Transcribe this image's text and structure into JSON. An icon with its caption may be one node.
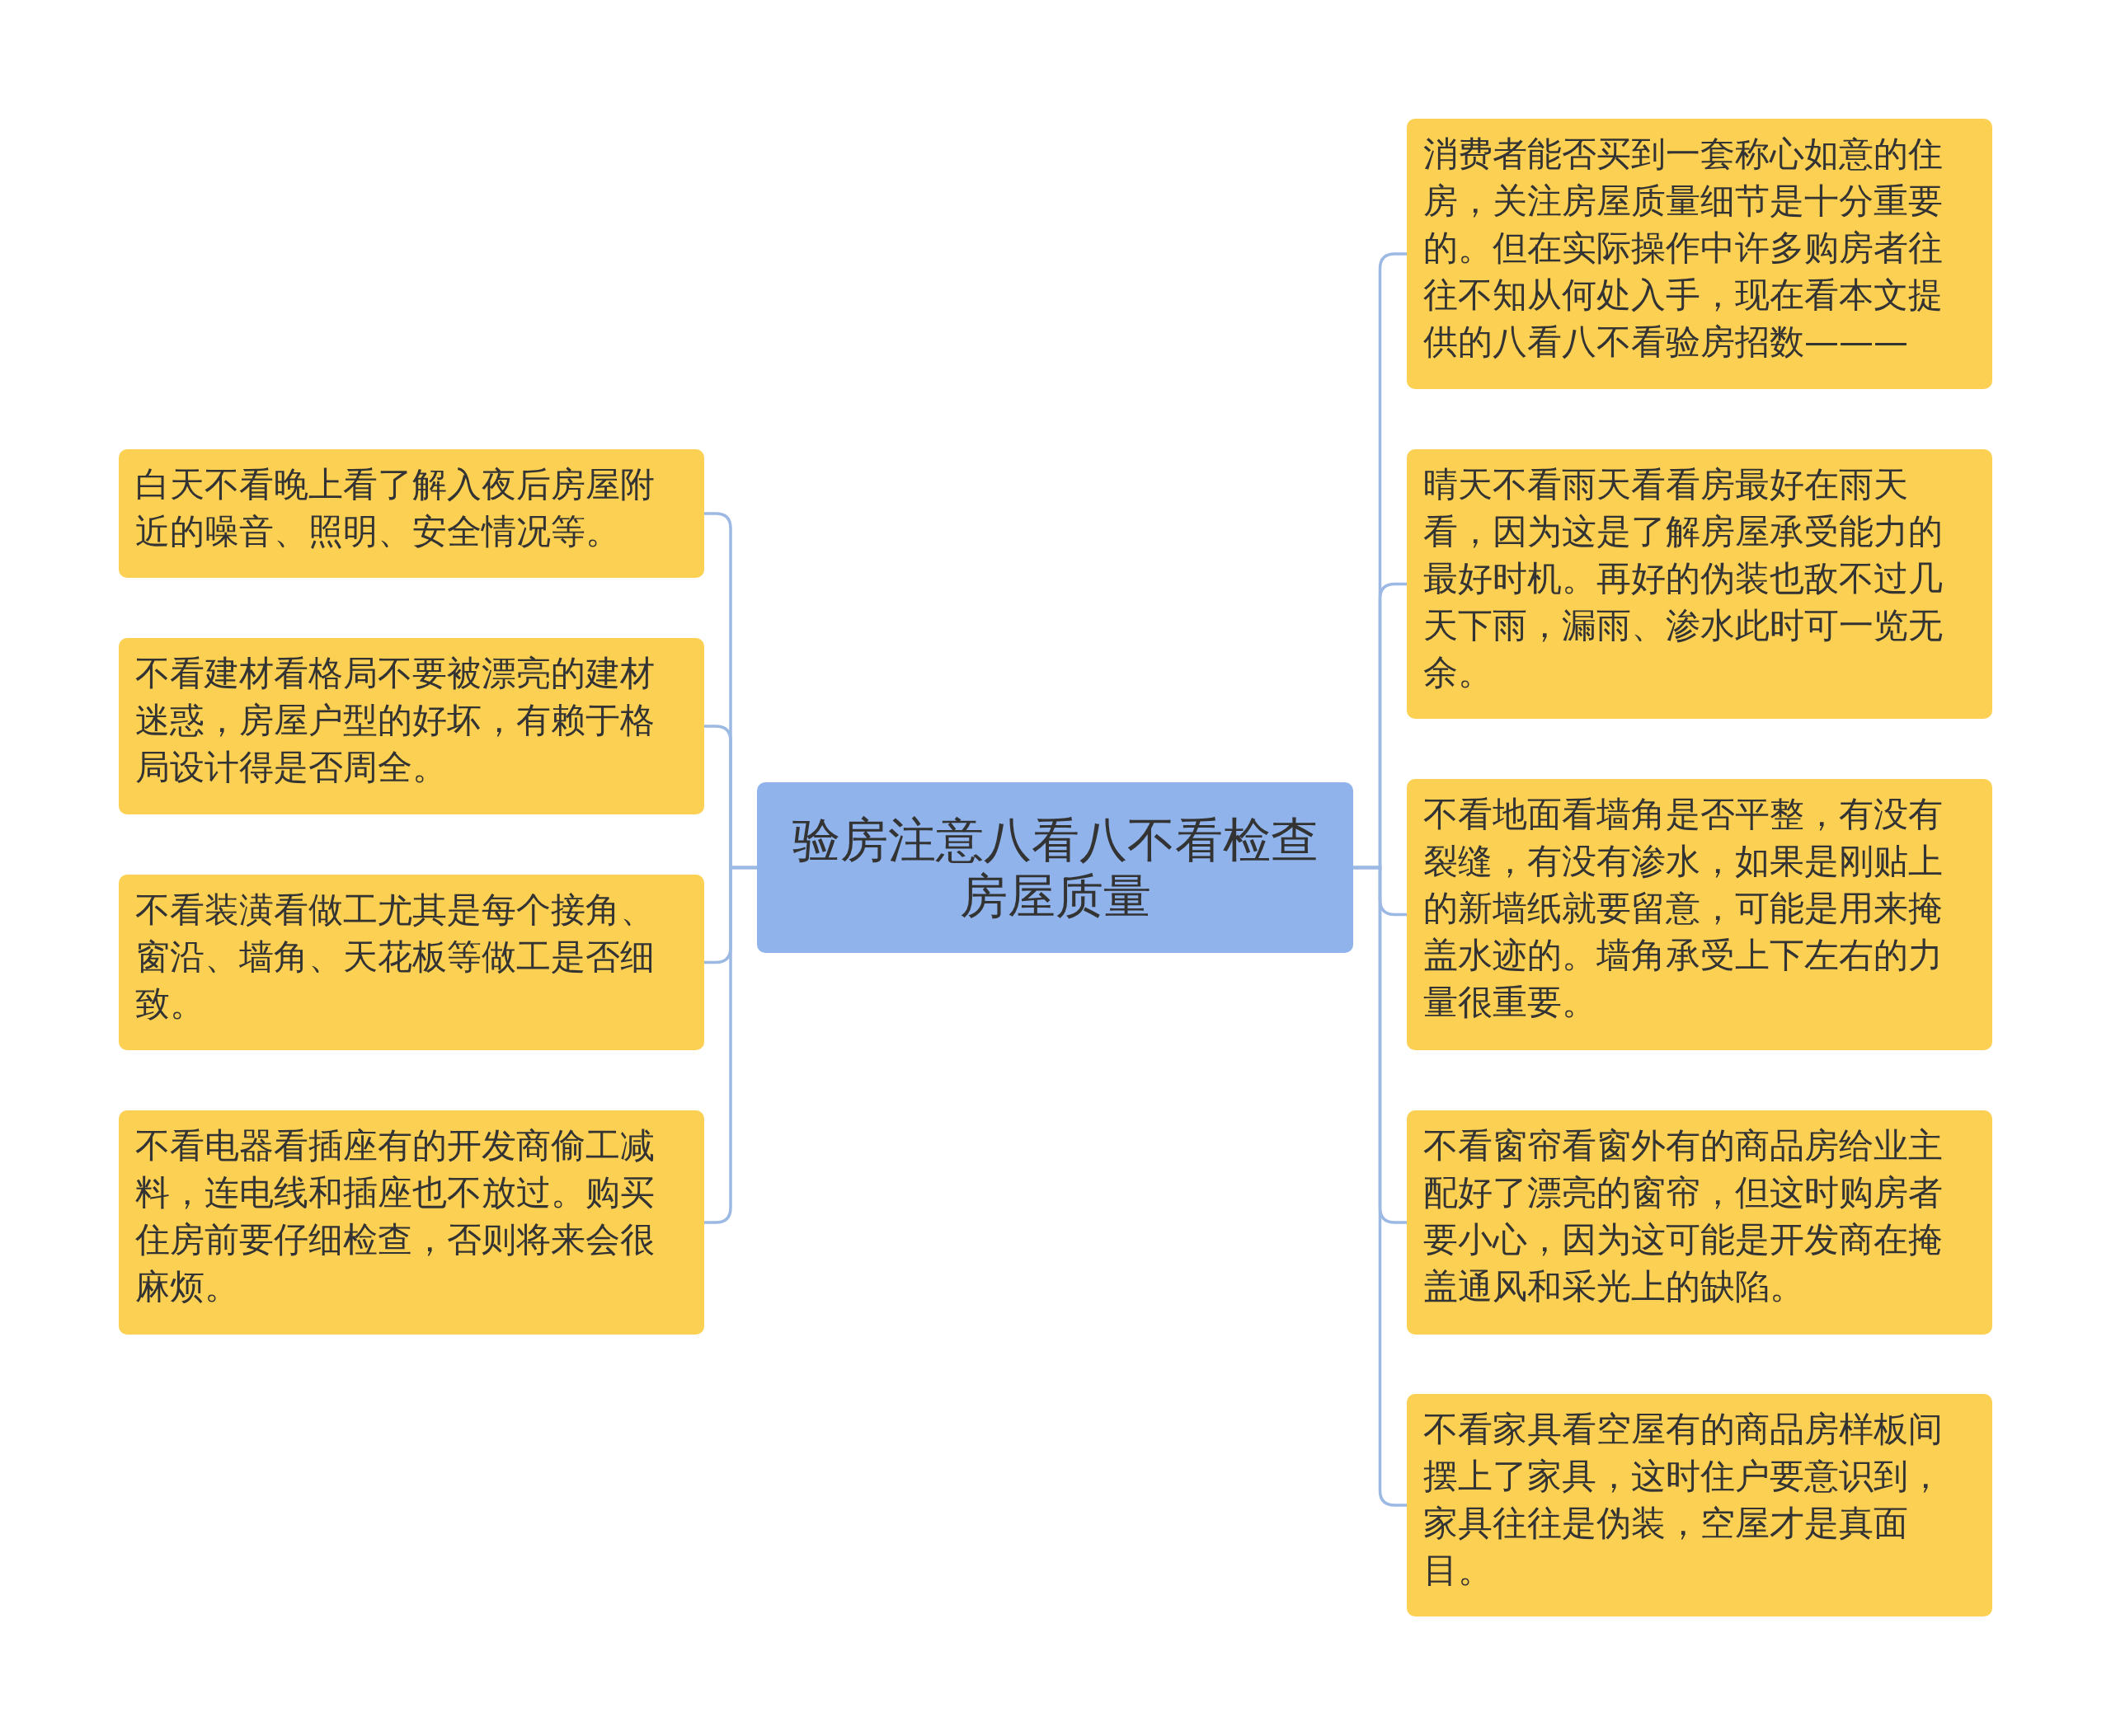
{
  "diagram": {
    "nodes": [
      {
        "text": [
          "验房注意八看八不看检查房屋质量"
        ]
      },
      {
        "text": [
          "白天不看晚上看了解入夜后房屋附近的噪音、照明、安全情况等。"
        ]
      },
      {
        "text": [
          "不看建材看格局不要被漂亮的建材迷惑，房屋户型的好坏，有赖于格局设计得是否周全。"
        ]
      },
      {
        "text": [
          "不看装潢看做工尤其是每个接角、窗沿、墙角、天花板等做工是否细致。"
        ]
      },
      {
        "text": [
          "不看电器看插座有的开发商偷工减料，连电线和插座也不放过。购买住房前要仔细检查，否则将来会很麻烦。"
        ]
      },
      {
        "text": [
          "消费者能否买到一套称心如意的住房，关注房屋质量细节是十分重要的。但在实际操作中许多购房者往往不知从何处入手，现在看本文提供的八看八不看验房招数———"
        ]
      },
      {
        "text": [
          "晴天不看雨天看看房最好在雨天看，因为这是了解房屋承受能力的最好时机。再好的伪装也敌不过几天下雨，漏雨、渗水此时可一览无余。"
        ]
      },
      {
        "text": [
          "不看地面看墙角是否平整，有没有裂缝，有没有渗水，如果是刚贴上的新墙纸就要留意，可能是用来掩盖水迹的。墙角承受上下左右的力量很重要。"
        ]
      },
      {
        "text": [
          "不看窗帘看窗外有的商品房给业主配好了漂亮的窗帘，但这时购房者要小心，因为这可能是开发商在掩盖通风和采光上的缺陷。"
        ]
      },
      {
        "text": [
          "不看家具看空屋有的商品房样板间摆上了家具，这时住户要意识到，家具往往是伪装，空屋才是真面目。"
        ]
      }
    ],
    "edges": [
      {
        "from": 0,
        "to": 1,
        "arrow": "none"
      },
      {
        "from": 0,
        "to": 2,
        "arrow": "none"
      },
      {
        "from": 0,
        "to": 3,
        "arrow": "none"
      },
      {
        "from": 0,
        "to": 4,
        "arrow": "none"
      },
      {
        "from": 0,
        "to": 5,
        "arrow": "none"
      },
      {
        "from": 0,
        "to": 6,
        "arrow": "none"
      },
      {
        "from": 0,
        "to": 7,
        "arrow": "none"
      },
      {
        "from": 0,
        "to": 8,
        "arrow": "none"
      },
      {
        "from": 0,
        "to": 9,
        "arrow": "none"
      }
    ]
  }
}
